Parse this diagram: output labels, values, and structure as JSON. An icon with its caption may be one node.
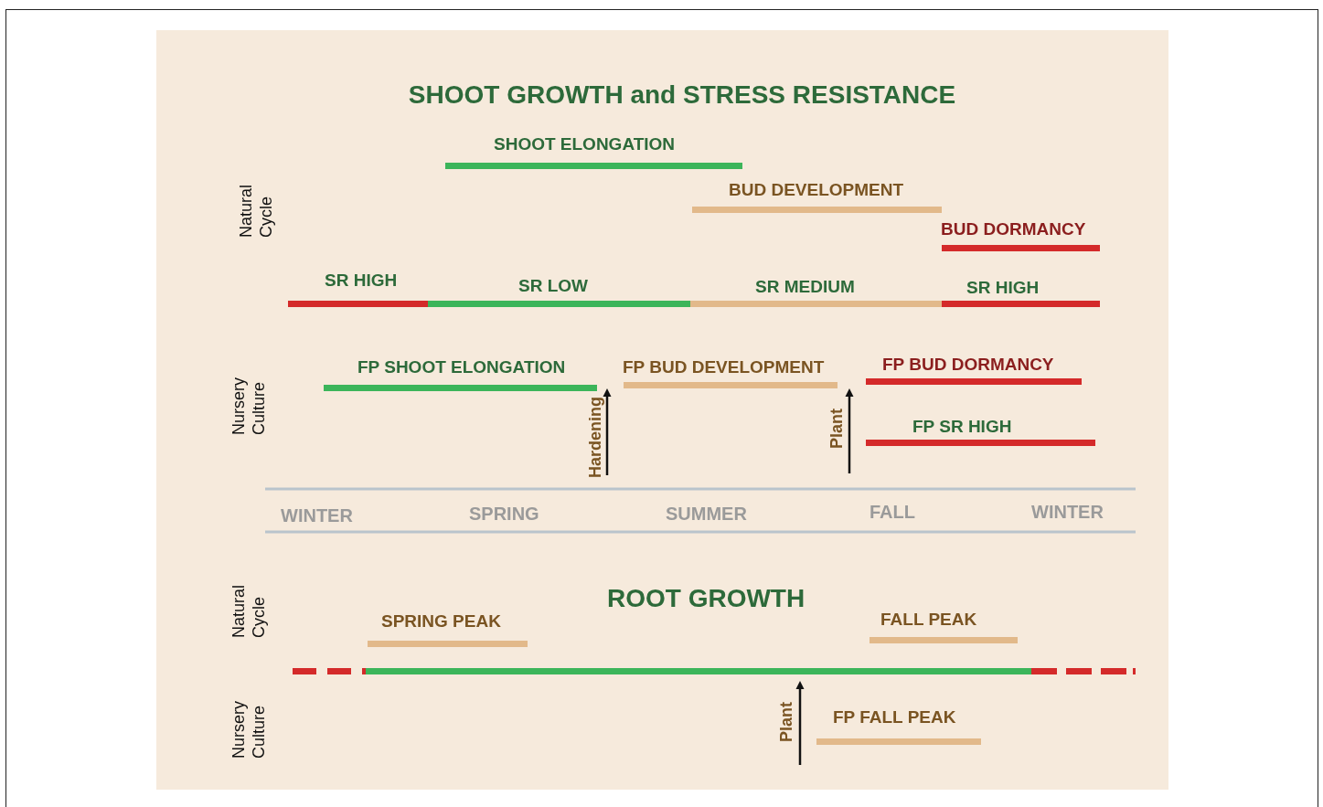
{
  "diagram": {
    "title": "SHOOT GROWTH and STRESS RESISTANCE",
    "nodes": [
      {
        "text": [
          "SHOOT ELONGATION"
        ]
      },
      {
        "text": [
          "BUD DEVELOPMENT"
        ]
      },
      {
        "text": [
          "BUD DORMANCY"
        ]
      },
      {
        "text": [
          "SR HIGH"
        ]
      },
      {
        "text": [
          "SR LOW"
        ]
      },
      {
        "text": [
          "SR MEDIUM"
        ]
      },
      {
        "text": [
          "SR HIGH"
        ]
      },
      {
        "text": [
          "FP SHOOT ELONGATION"
        ]
      },
      {
        "text": [
          "FP BUD DEVELOPMENT"
        ]
      },
      {
        "text": [
          "FP BUD DORMANCY"
        ]
      },
      {
        "text": [
          "FP SR HIGH"
        ]
      },
      {
        "text": [
          "SPRING PEAK"
        ]
      },
      {
        "text": [
          "FALL PEAK"
        ]
      },
      {
        "text": [],
        "shape": "bar"
      },
      {
        "text": [
          "FP FALL PEAK"
        ]
      }
    ],
    "labels": [
      "Natural Cycle",
      "Nursery Culture",
      "Hardening",
      "Plant",
      "WINTER",
      "SPRING",
      "SUMMER",
      "FALL",
      "WINTER",
      "ROOT GROWTH",
      "Natural Cycle",
      "Nursery Culture",
      "Plant"
    ]
  }
}
